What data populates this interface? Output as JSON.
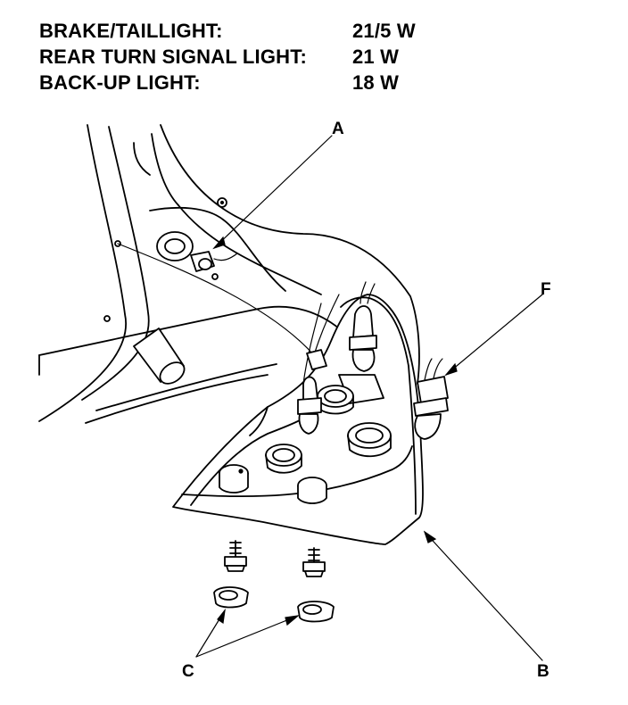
{
  "specs": [
    {
      "label": "BRAKE/TAILLIGHT:",
      "value": "21/5 W"
    },
    {
      "label": "REAR TURN SIGNAL LIGHT:",
      "value": "21 W"
    },
    {
      "label": "BACK-UP LIGHT:",
      "value": "18 W"
    }
  ],
  "callouts": {
    "a": "A",
    "b": "B",
    "c": "C",
    "f": "F"
  }
}
